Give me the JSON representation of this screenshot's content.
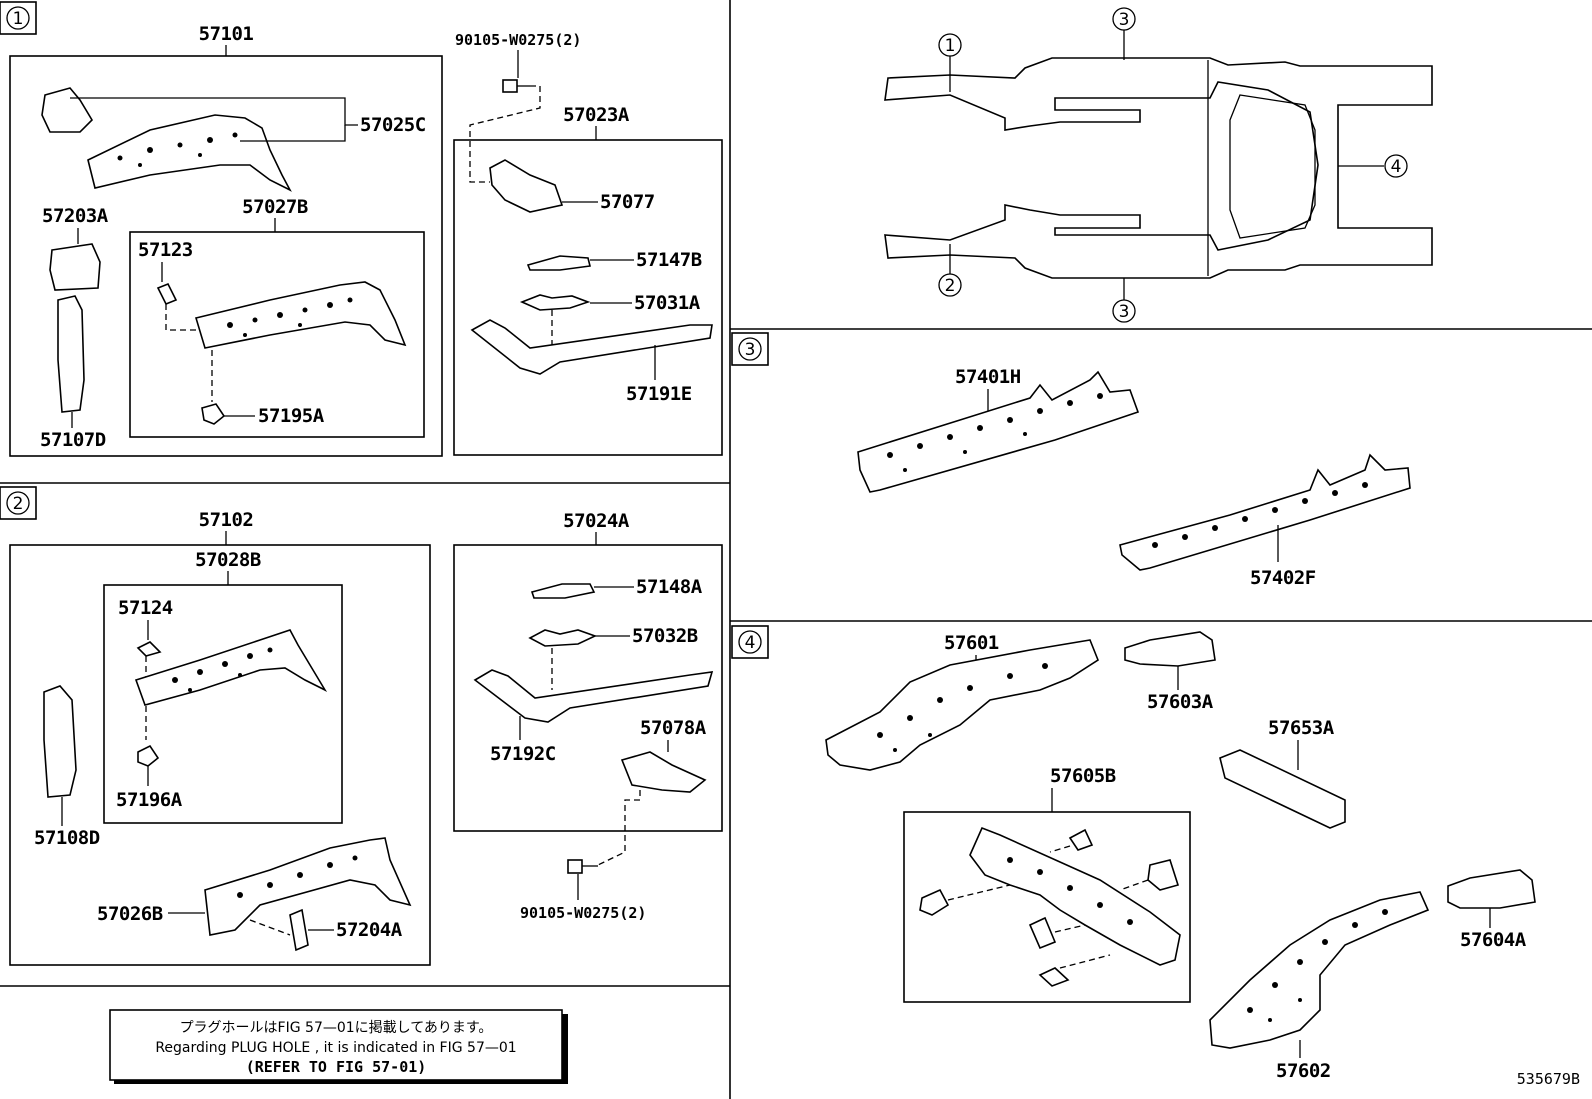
{
  "sections": {
    "s1": "1",
    "s2": "2",
    "s3": "3",
    "s4": "4"
  },
  "parts": {
    "p57101": "57101",
    "p90105a": "90105-W0275(2)",
    "p57023A": "57023A",
    "p57025C": "57025C",
    "p57203A": "57203A",
    "p57027B": "57027B",
    "p57123": "57123",
    "p57195A": "57195A",
    "p57107D": "57107D",
    "p57077": "57077",
    "p57147B": "57147B",
    "p57031A": "57031A",
    "p57191E": "57191E",
    "p57102": "57102",
    "p57024A": "57024A",
    "p57028B": "57028B",
    "p57124": "57124",
    "p57196A": "57196A",
    "p57108D": "57108D",
    "p57026B": "57026B",
    "p57204A": "57204A",
    "p57148A": "57148A",
    "p57032B": "57032B",
    "p57192C": "57192C",
    "p57078A": "57078A",
    "p90105b": "90105-W0275(2)",
    "p57401H": "57401H",
    "p57402F": "57402F",
    "p57601": "57601",
    "p57603A": "57603A",
    "p57653A": "57653A",
    "p57605B": "57605B",
    "p57604A": "57604A",
    "p57602": "57602"
  },
  "overview": {
    "c1": "1",
    "c2": "2",
    "c3a": "3",
    "c3b": "3",
    "c4": "4"
  },
  "note": {
    "jp": "プラグホールはFIG 57—01に掲載してあります。",
    "en": "Regarding  PLUG  HOLE , it is indicated in FIG  57—01",
    "refer": "(REFER TO FIG 57-01)"
  },
  "figure_id": "535679B"
}
